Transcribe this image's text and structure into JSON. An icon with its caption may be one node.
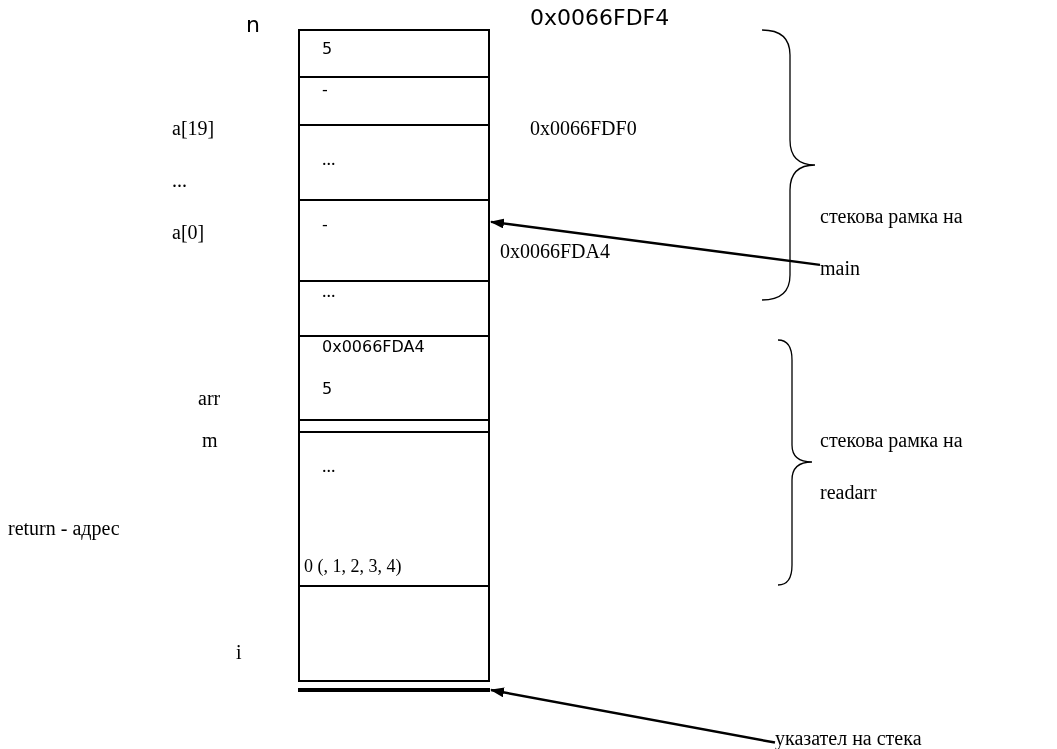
{
  "diagram": {
    "nodes": [
      {
        "text": [
          "5"
        ]
      },
      {
        "text": [
          "-"
        ]
      },
      {
        "text": [
          "..."
        ]
      },
      {
        "text": [
          "-"
        ]
      },
      {
        "text": [
          "..."
        ]
      },
      {
        "text": [
          "0x0066FDA4",
          "5"
        ]
      },
      {
        "text": [],
        "shape": "box"
      },
      {
        "text": [
          "...",
          "0 (, 1, 2, 3, 4)"
        ]
      },
      {
        "text": [],
        "shape": "box"
      },
      {
        "text": [],
        "shape": "bar"
      },
      {
        "text": [
          "стекова рамка на main"
        ]
      },
      {
        "text": [
          "указател на стека"
        ]
      }
    ],
    "edges": [
      {
        "from": 10,
        "to": 3,
        "arrow": "to"
      },
      {
        "from": 11,
        "to": 9,
        "arrow": "to"
      }
    ],
    "labels": [
      "n",
      "0x0066FDF4",
      "a[19]",
      "0x0066FDF0",
      "...",
      "a[0]",
      "0x0066FDA4",
      "arr",
      "m",
      "стекова рамка на readarr",
      "return - адрес",
      "i"
    ]
  }
}
